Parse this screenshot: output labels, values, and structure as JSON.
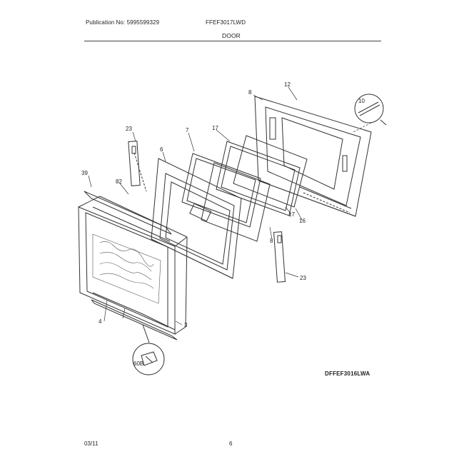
{
  "header": {
    "publication": "Publication No: 5995599329",
    "model": "FFEF3017LWD",
    "title": "DOOR"
  },
  "footer": {
    "date": "03/11",
    "page": "6"
  },
  "diagram": {
    "code": "DFFEF3016LWA",
    "callouts": {
      "c8a": "8",
      "c12": "12",
      "c10": "10",
      "c23a": "23",
      "c7": "7",
      "c17a": "17",
      "c6": "6",
      "c39": "39",
      "c82": "82",
      "c16": "16",
      "c17b": "17",
      "c8b": "8",
      "c23b": "23",
      "c3": "3",
      "c4": "4",
      "c60b": "60B"
    }
  }
}
